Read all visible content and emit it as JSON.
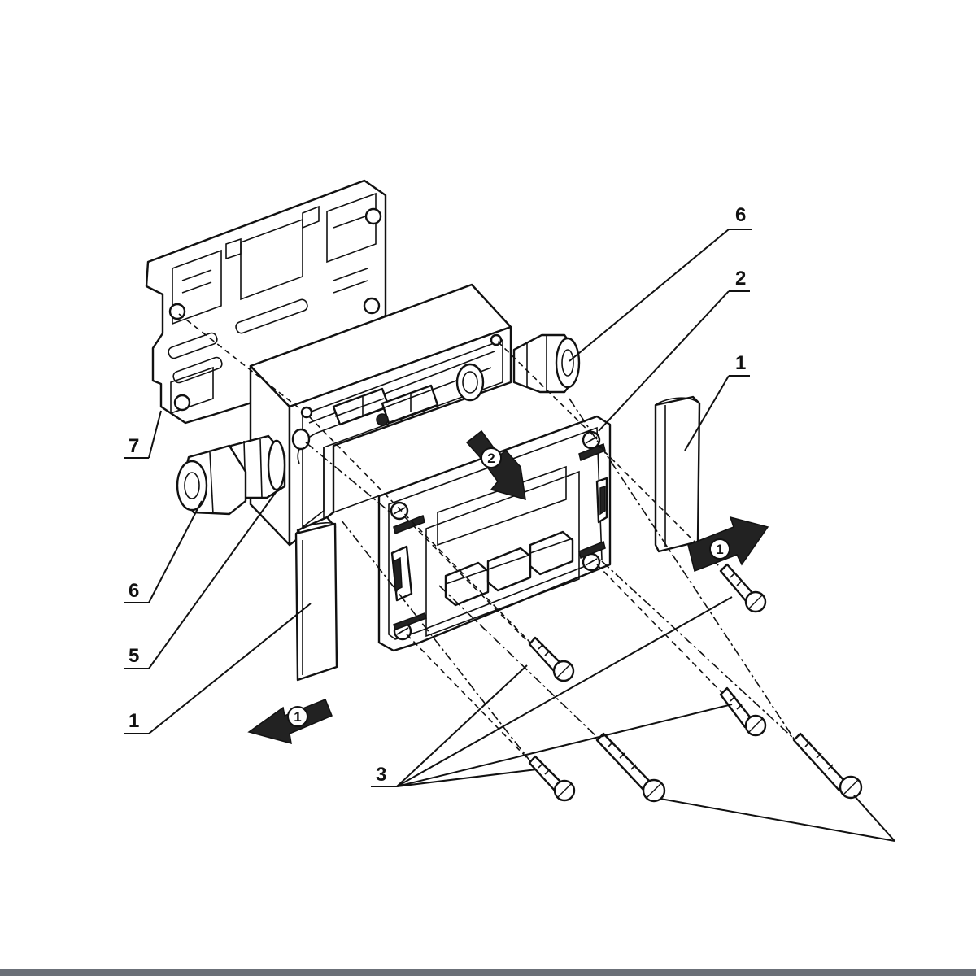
{
  "labels": {
    "part_1_right": "1",
    "part_2": "2",
    "part_6_top": "6",
    "part_7": "7",
    "part_6_bottom": "6",
    "part_5": "5",
    "part_1_left": "1",
    "part_3": "3"
  },
  "step_badges": {
    "step_1_left": "1",
    "step_2": "2",
    "step_1_right": "1"
  },
  "colors": {
    "line": "#111111",
    "part_shade": "#e4e4e4",
    "bottom_bar": "#6b7078"
  }
}
